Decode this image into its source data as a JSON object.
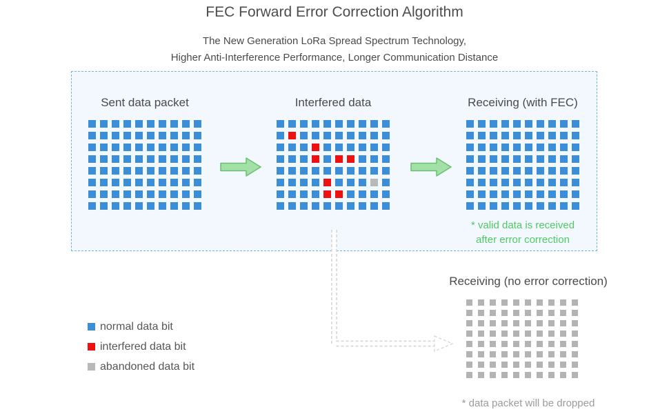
{
  "header": {
    "title": "FEC Forward Error Correction Algorithm",
    "subtitle_line1": "The New Generation LoRa Spread Spectrum Technology,",
    "subtitle_line2": "Higher Anti-Interference Performance, Longer Communication Distance"
  },
  "colors": {
    "normal_bit": "#3d8ed8",
    "interfered_bit": "#ee1111",
    "abandoned_bit": "#b9b9b9",
    "dropped_bit": "#b3b3b3",
    "arrow_fill": "#a3e0a8",
    "arrow_stroke": "#67c06e",
    "green_note_text": "#4fc964",
    "box_border": "#6fb2e3",
    "box_background": "#f2f8fd",
    "dashed_arrow": "#d8d8d8"
  },
  "fec_box": {
    "panels": [
      {
        "label": "Sent data packet",
        "grid": {
          "rows": 8,
          "cols": 10,
          "default_type": "normal",
          "special_bits": []
        }
      },
      {
        "label": "Interfered data",
        "grid": {
          "rows": 8,
          "cols": 10,
          "default_type": "normal",
          "special_bits": [
            {
              "row": 1,
              "col": 1,
              "type": "interfered"
            },
            {
              "row": 2,
              "col": 3,
              "type": "interfered"
            },
            {
              "row": 3,
              "col": 3,
              "type": "interfered"
            },
            {
              "row": 3,
              "col": 5,
              "type": "interfered"
            },
            {
              "row": 3,
              "col": 6,
              "type": "interfered"
            },
            {
              "row": 5,
              "col": 4,
              "type": "interfered"
            },
            {
              "row": 5,
              "col": 8,
              "type": "abandoned"
            },
            {
              "row": 6,
              "col": 4,
              "type": "interfered"
            },
            {
              "row": 6,
              "col": 5,
              "type": "interfered"
            }
          ]
        }
      },
      {
        "label": "Receiving (with FEC)",
        "grid": {
          "rows": 8,
          "cols": 10,
          "default_type": "normal",
          "special_bits": []
        },
        "note_line1": "* valid data is received",
        "note_line2": "after error correction"
      }
    ]
  },
  "legend": {
    "items": [
      {
        "label": "normal data bit",
        "color": "#3d8ed8"
      },
      {
        "label": "interfered data bit",
        "color": "#ee1111"
      },
      {
        "label": "abandoned data bit",
        "color": "#b9b9b9"
      }
    ]
  },
  "no_fec": {
    "title": "Receiving (no error correction)",
    "grid": {
      "rows": 8,
      "cols": 10,
      "default_type": "dropped",
      "special_bits": []
    },
    "note": "* data packet will be dropped"
  }
}
